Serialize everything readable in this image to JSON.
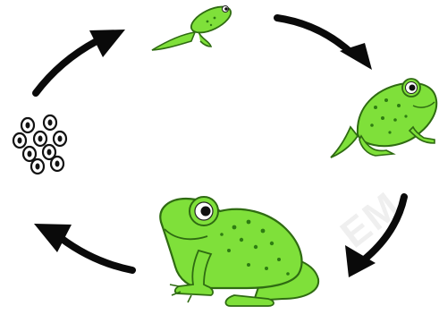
{
  "diagram": {
    "stages": [
      {
        "id": "eggs",
        "icon": "frog-eggs-icon"
      },
      {
        "id": "tadpole",
        "icon": "tadpole-icon"
      },
      {
        "id": "froglet",
        "icon": "froglet-icon"
      },
      {
        "id": "adult-frog",
        "icon": "adult-frog-icon"
      }
    ],
    "arrows": [
      "eggs-to-tadpole",
      "tadpole-to-froglet",
      "froglet-to-adult",
      "adult-to-eggs"
    ],
    "colors": {
      "frog_body": "#7fe03a",
      "frog_outline": "#2f6b12",
      "frog_spots": "#2e7d12",
      "arrow": "#0a0a0a",
      "egg_outline": "#111111",
      "egg_fill": "#ffffff",
      "background": "#ffffff"
    }
  },
  "watermark": {
    "text": "EM"
  }
}
